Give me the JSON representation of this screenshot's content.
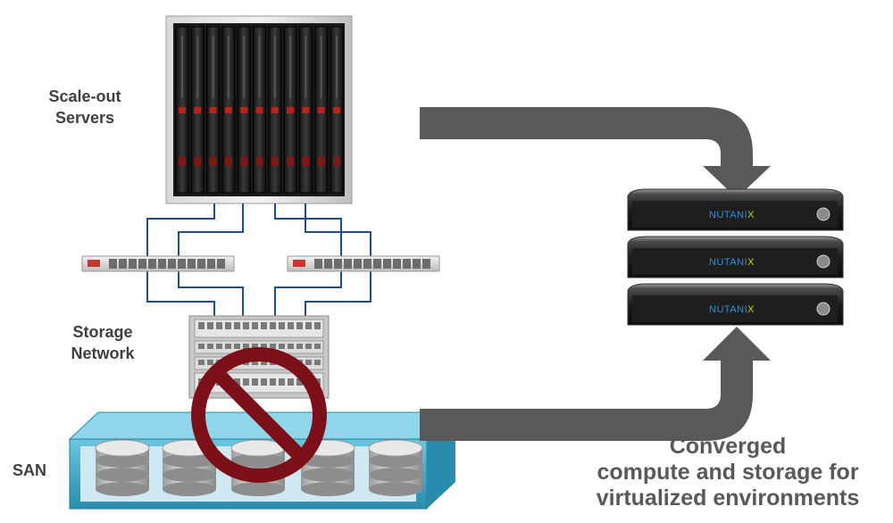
{
  "labels": {
    "servers_line1": "Scale-out",
    "servers_line2": "Servers",
    "network_line1": "Storage",
    "network_line2": "Network",
    "san": "SAN"
  },
  "caption": {
    "line1": "Converged",
    "line2": "compute and storage for",
    "line3": "virtualized environments"
  },
  "appliance": {
    "brand_prefix": "NUTANI",
    "brand_suffix": "X",
    "node_count": 3
  },
  "colors": {
    "cable": "#1f4e8c",
    "arrow": "#595959",
    "prohibition": "#7b1018",
    "san_tray": "#3aa7c9",
    "brand_text": "#2e8fd0",
    "brand_x": "#c8d400"
  },
  "icons": [
    "server-rack-icon",
    "switch-icon",
    "storage-array-icon",
    "disk-icon",
    "prohibited-icon",
    "arrow-icon",
    "nutanix-node-icon"
  ]
}
